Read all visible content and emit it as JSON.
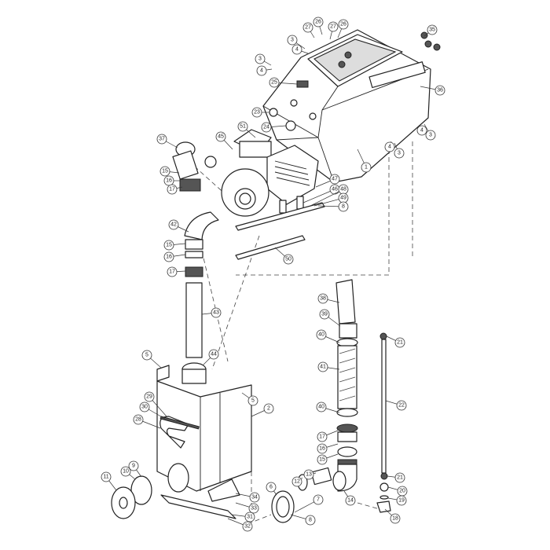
{
  "title": "Exploded parts diagram",
  "callouts": [
    "27",
    "26",
    "27",
    "26",
    "3",
    "4",
    "35",
    "3",
    "4",
    "25",
    "36",
    "23",
    "24",
    "4",
    "3",
    "4",
    "3",
    "1",
    "51",
    "37",
    "45",
    "15",
    "16",
    "17",
    "47",
    "46",
    "48",
    "49",
    "8",
    "50",
    "42",
    "15",
    "16",
    "17",
    "43",
    "44",
    "5",
    "5",
    "2",
    "29",
    "30",
    "28",
    "9",
    "10",
    "11",
    "34",
    "33",
    "31",
    "32",
    "6",
    "12",
    "13",
    "7",
    "14",
    "38",
    "39",
    "40",
    "41",
    "40",
    "17",
    "16",
    "15",
    "21",
    "22",
    "21",
    "20",
    "19",
    "18",
    "8"
  ]
}
